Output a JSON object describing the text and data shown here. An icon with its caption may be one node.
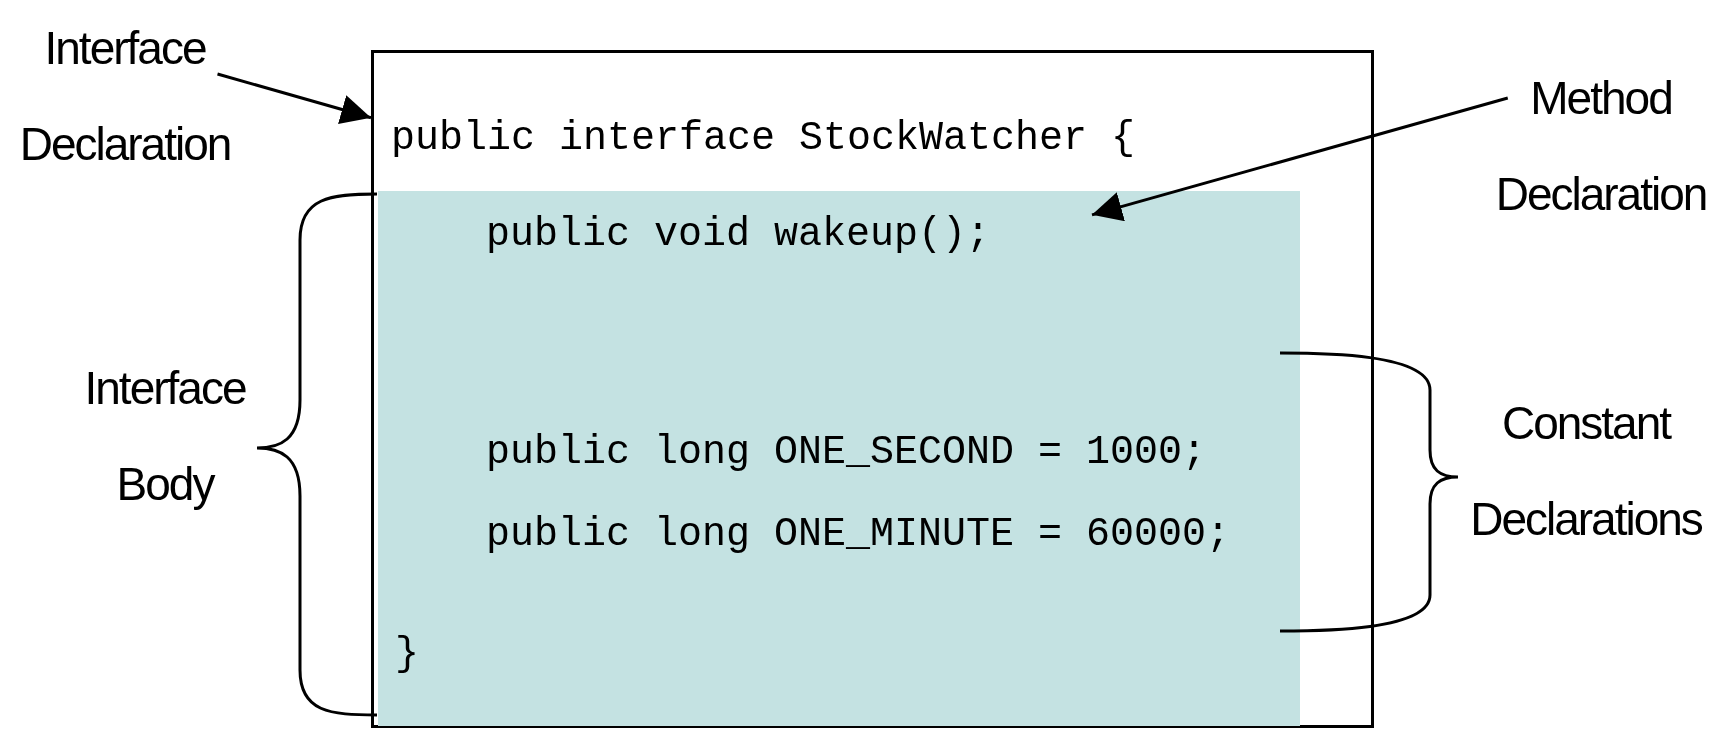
{
  "diagram": {
    "nodes": [
      {
        "text": [
          "Interface Declaration"
        ]
      },
      {
        "text": [
          "public interface StockWatcher {"
        ]
      },
      {
        "text": [
          "public long ONE_SECOND = 1000;",
          "public long ONE_MINUTE = 60000;",
          "}"
        ],
        "in": 1
      },
      {
        "text": [
          "public void wakeup();"
        ],
        "in": 2
      },
      {
        "text": [
          "Method Declaration"
        ]
      }
    ],
    "edges": [
      {
        "from": 0,
        "to": 1,
        "arrow": "to"
      },
      {
        "from": 4,
        "to": 3,
        "arrow": "to"
      }
    ],
    "labels": [
      "Interface Body",
      "Constant Declarations"
    ]
  }
}
